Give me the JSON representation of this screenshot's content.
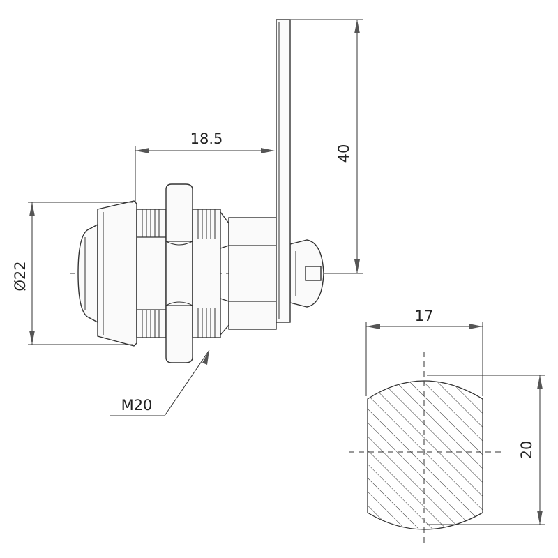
{
  "dimensions": {
    "bolt_length": "18.5",
    "cam_length": "40",
    "body_diameter": "Ø22",
    "thread": "M20",
    "section_width": "17",
    "section_height": "20"
  }
}
